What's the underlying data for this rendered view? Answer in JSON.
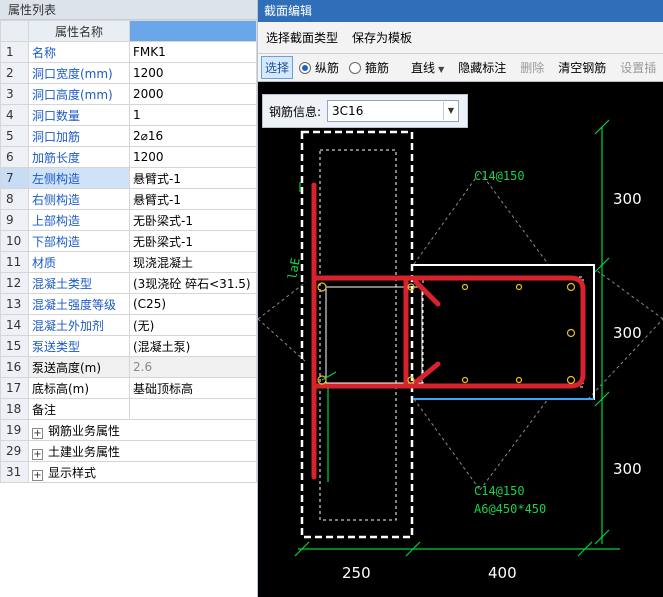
{
  "properties_panel": {
    "title": "属性列表",
    "header_name": "属性名称",
    "header_value": "",
    "rows": [
      {
        "num": "1",
        "name": "名称",
        "value": "FMK1",
        "name_style": "blue",
        "value_style": "",
        "row_style": ""
      },
      {
        "num": "2",
        "name": "洞口宽度(mm)",
        "value": "1200",
        "name_style": "blue",
        "value_style": "",
        "row_style": ""
      },
      {
        "num": "3",
        "name": "洞口高度(mm)",
        "value": "2000",
        "name_style": "blue",
        "value_style": "",
        "row_style": ""
      },
      {
        "num": "4",
        "name": "洞口数量",
        "value": "1",
        "name_style": "blue",
        "value_style": "",
        "row_style": ""
      },
      {
        "num": "5",
        "name": "洞口加筋",
        "value": "2⌀16",
        "name_style": "blue",
        "value_style": "",
        "row_style": ""
      },
      {
        "num": "6",
        "name": "加筋长度",
        "value": "1200",
        "name_style": "blue",
        "value_style": "",
        "row_style": ""
      },
      {
        "num": "7",
        "name": "左侧构造",
        "value": "悬臂式-1",
        "name_style": "blue",
        "value_style": "",
        "row_style": "selected"
      },
      {
        "num": "8",
        "name": "右侧构造",
        "value": "悬臂式-1",
        "name_style": "blue",
        "value_style": "",
        "row_style": ""
      },
      {
        "num": "9",
        "name": "上部构造",
        "value": "无卧梁式-1",
        "name_style": "blue",
        "value_style": "",
        "row_style": ""
      },
      {
        "num": "10",
        "name": "下部构造",
        "value": "无卧梁式-1",
        "name_style": "blue",
        "value_style": "",
        "row_style": ""
      },
      {
        "num": "11",
        "name": "材质",
        "value": "现浇混凝土",
        "name_style": "blue",
        "value_style": "",
        "row_style": ""
      },
      {
        "num": "12",
        "name": "混凝土类型",
        "value": "(3现浇砼 碎石<31.5)",
        "name_style": "blue",
        "value_style": "",
        "row_style": ""
      },
      {
        "num": "13",
        "name": "混凝土强度等级",
        "value": "(C25)",
        "name_style": "blue",
        "value_style": "",
        "row_style": ""
      },
      {
        "num": "14",
        "name": "混凝土外加剂",
        "value": "(无)",
        "name_style": "blue",
        "value_style": "",
        "row_style": ""
      },
      {
        "num": "15",
        "name": "泵送类型",
        "value": "(混凝土泵)",
        "name_style": "blue",
        "value_style": "",
        "row_style": ""
      },
      {
        "num": "16",
        "name": "泵送高度(m)",
        "value": "2.6",
        "name_style": "black",
        "value_style": "grey",
        "row_style": "greyrow"
      },
      {
        "num": "17",
        "name": "底标高(m)",
        "value": "基础顶标高",
        "name_style": "black",
        "value_style": "",
        "row_style": ""
      },
      {
        "num": "18",
        "name": "备注",
        "value": "",
        "name_style": "black",
        "value_style": "",
        "row_style": ""
      }
    ],
    "groups": [
      {
        "num": "19",
        "label": "钢筋业务属性"
      },
      {
        "num": "29",
        "label": "土建业务属性"
      },
      {
        "num": "31",
        "label": "显示样式"
      }
    ]
  },
  "editor": {
    "title": "截面编辑",
    "menu": {
      "select_type": "选择截面类型",
      "save_template": "保存为模板"
    },
    "toolbar": {
      "select": "选择",
      "radio_longitudinal": "纵筋",
      "radio_stirrup": "箍筋",
      "line": "直线",
      "hide_label": "隐藏标注",
      "delete": "删除",
      "clear_rebar": "清空钢筋",
      "set_insert": "设置插"
    },
    "rebar_info": {
      "label": "钢筋信息:",
      "value": "3C16"
    },
    "drawing": {
      "labels": {
        "stirrup_top": "C14@150",
        "stirrup_bottom": "C14@150",
        "tie": "A6@450*450",
        "lae": "laE"
      },
      "dims_vertical": [
        "300",
        "300",
        "300"
      ],
      "dims_horizontal": [
        "250",
        "400"
      ]
    },
    "colors": {
      "rebar": "#d9232c",
      "dimension": "#00d23a",
      "outline": "#ffffff",
      "highlight_edge": "#38a6ff",
      "dashed": "#ffffff",
      "node": "#e8c020"
    }
  }
}
